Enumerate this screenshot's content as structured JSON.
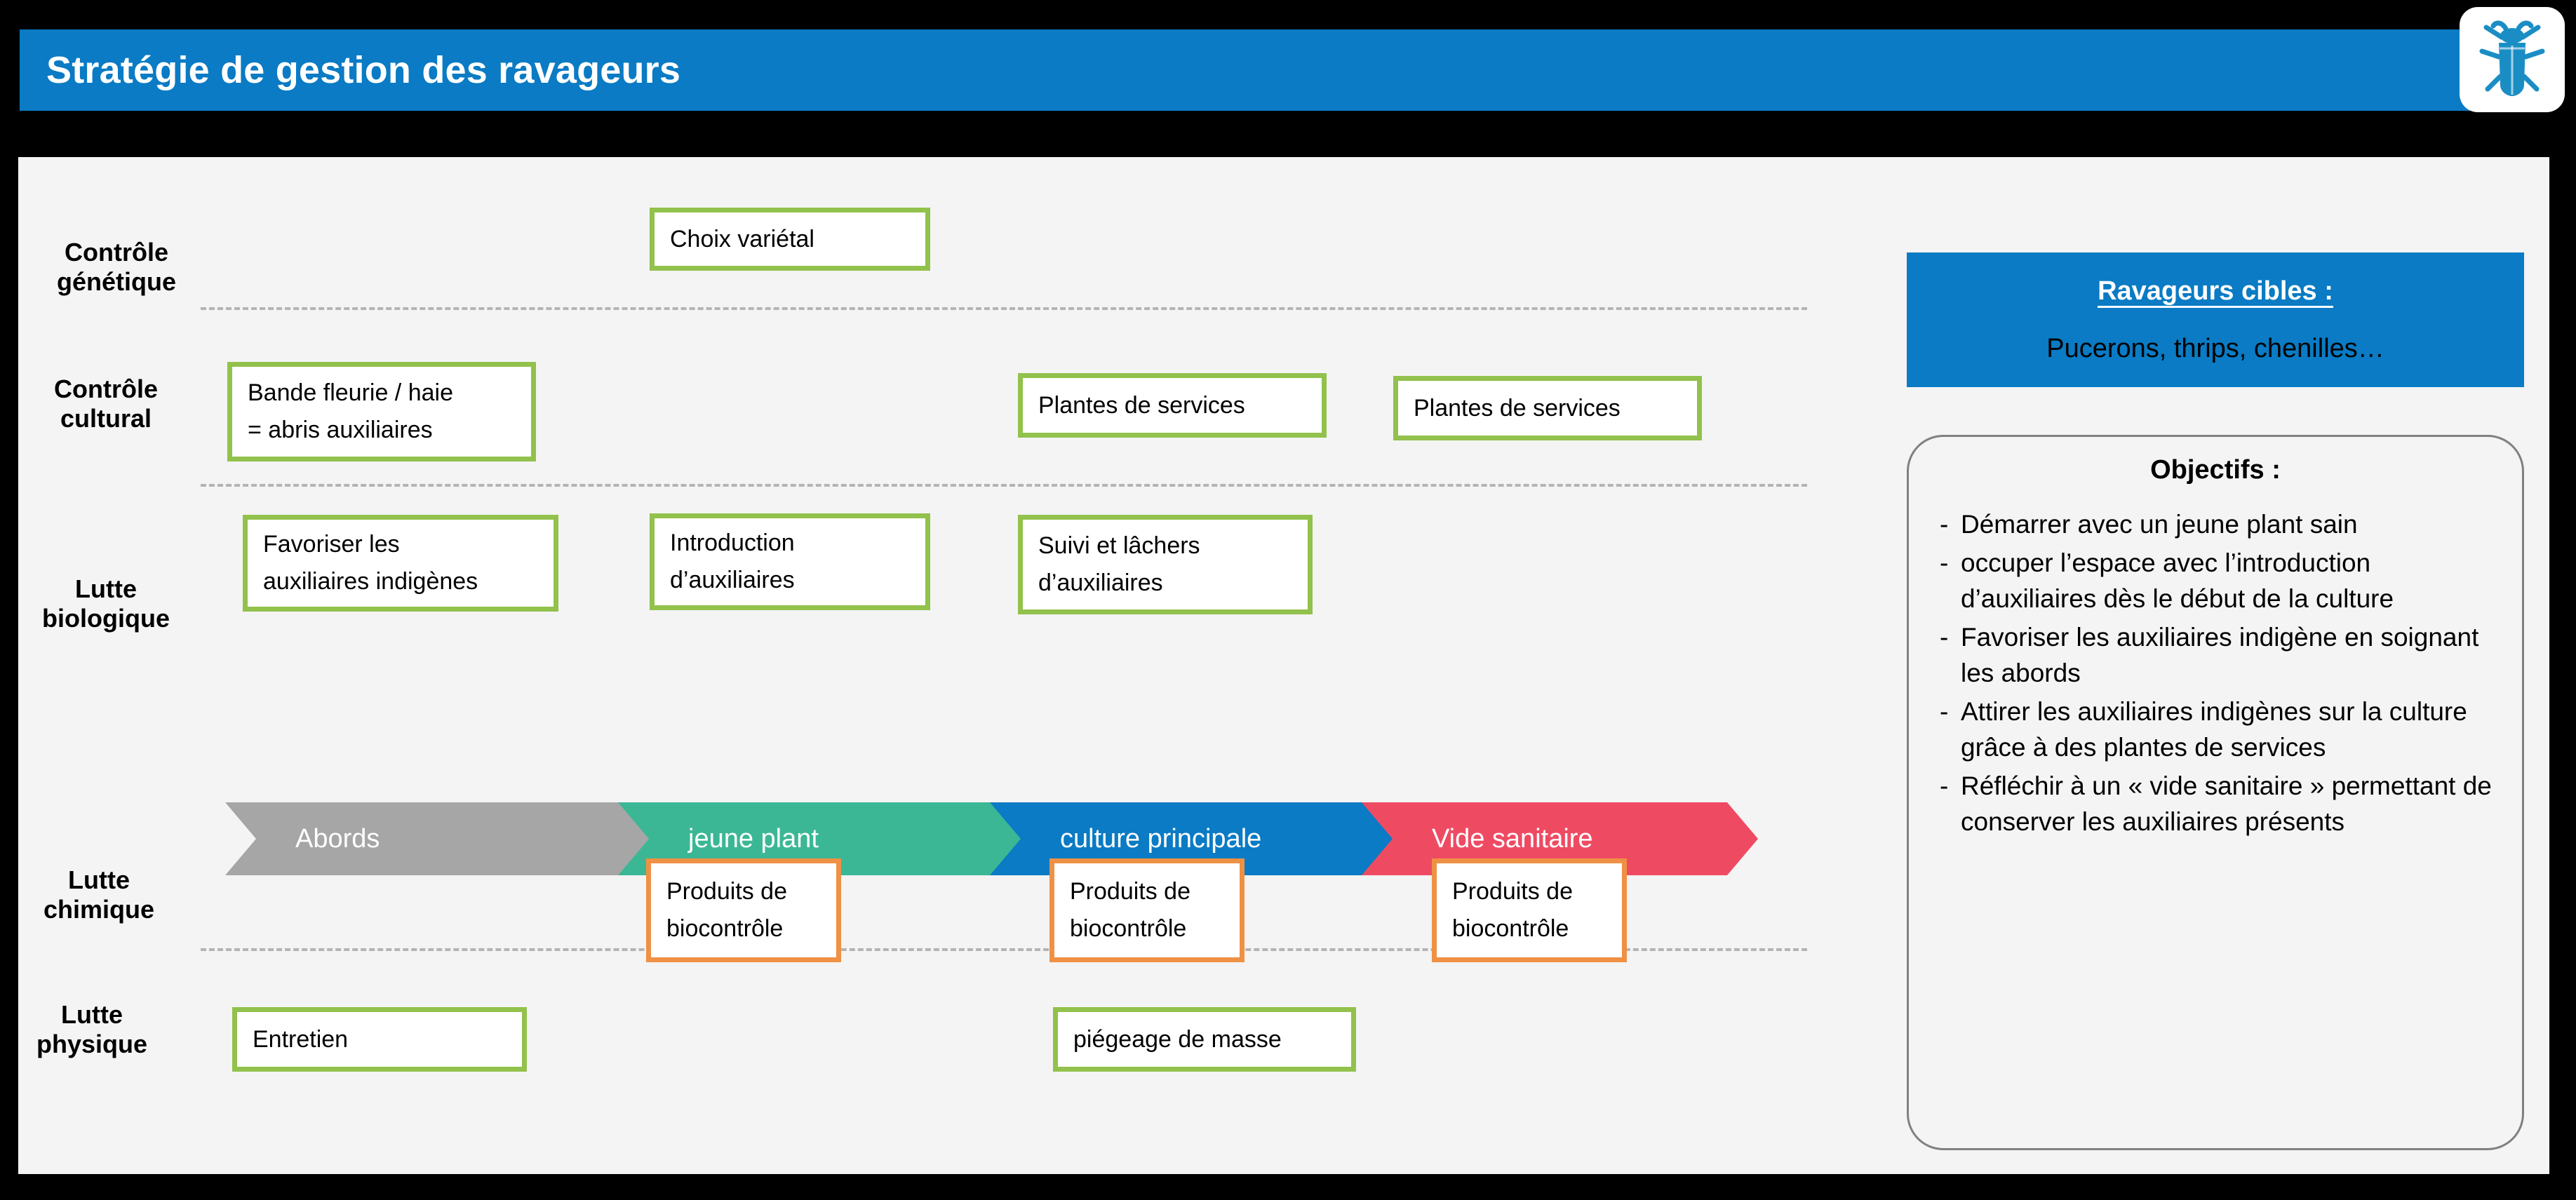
{
  "title": "Stratégie de gestion des ravageurs",
  "brand_icon": "beetle-icon",
  "colors": {
    "banner_blue": "#0a7bc4",
    "green_border": "#92c14c",
    "orange_border": "#ef9144",
    "chevron_gray": "#a6a6a6",
    "chevron_teal": "#3cb795",
    "chevron_blue": "#0a7bc4",
    "chevron_pink": "#ee4b63",
    "panel_background": "#f4f4f4",
    "separator_gray": "#b4b4b4"
  },
  "rows": [
    {
      "label_line1": "Contrôle",
      "label_line2": "génétique"
    },
    {
      "label_line1": "Contrôle",
      "label_line2": "cultural"
    },
    {
      "label_line1": "Lutte",
      "label_line2": "biologique"
    },
    {
      "label_line1": "Lutte",
      "label_line2": "chimique"
    },
    {
      "label_line1": "Lutte",
      "label_line2": "physique"
    }
  ],
  "boxes": {
    "choix_varietal": "Choix variétal",
    "bande_fleurie": "Bande fleurie / haie\n= abris auxiliaires",
    "plantes_services_1": "Plantes de services",
    "plantes_services_2": "Plantes de services",
    "favoriser_auxiliaires": "Favoriser les\nauxiliaires indigènes",
    "introduction_auxiliaires": "Introduction\nd’auxiliaires",
    "suivi_lachers": "Suivi et lâchers\nd’auxiliaires",
    "biocontrole_1": "Produits de\nbiocontrôle",
    "biocontrole_2": "Produits de\nbiocontrôle",
    "biocontrole_3": "Produits de\nbiocontrôle",
    "entretien": "Entretien",
    "piegeage": "piégeage de masse"
  },
  "timeline": [
    {
      "label": "Abords",
      "color": "#a6a6a6"
    },
    {
      "label": "jeune plant",
      "color": "#3cb795"
    },
    {
      "label": "culture principale",
      "color": "#0a7bc4"
    },
    {
      "label": "Vide sanitaire",
      "color": "#ee4b63"
    }
  ],
  "ravageurs": {
    "title": "Ravageurs cibles :",
    "list": "Pucerons, thrips, chenilles…"
  },
  "objectifs": {
    "title": "Objectifs :",
    "bullet_marker": "-",
    "items": [
      "Démarrer avec un jeune plant sain",
      "occuper l’espace avec l’introduction d’auxiliaires dès le début de la culture",
      "Favoriser les auxiliaires indigène en soignant les abords",
      "Attirer les auxiliaires indigènes sur la culture grâce à des plantes de services",
      "Réfléchir à un « vide sanitaire » permettant de conserver les auxiliaires présents"
    ]
  }
}
